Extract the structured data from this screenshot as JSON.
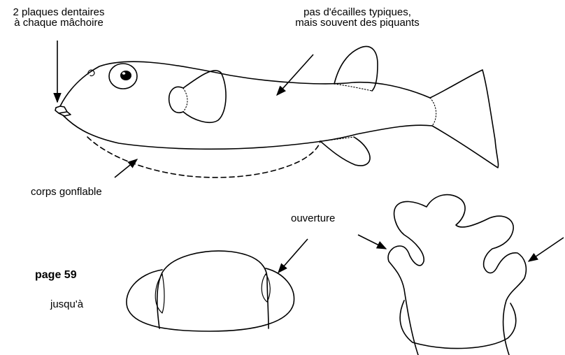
{
  "labels": {
    "teeth_line1": "2 plaques dentaires",
    "teeth_line2": "à chaque mâchoire",
    "scales_line1": "pas d'écailles typiques,",
    "scales_line2": "mais souvent des piquants",
    "body": "corps gonflable",
    "opening": "ouverture",
    "page": "page 59",
    "until": "jusqu'à"
  }
}
